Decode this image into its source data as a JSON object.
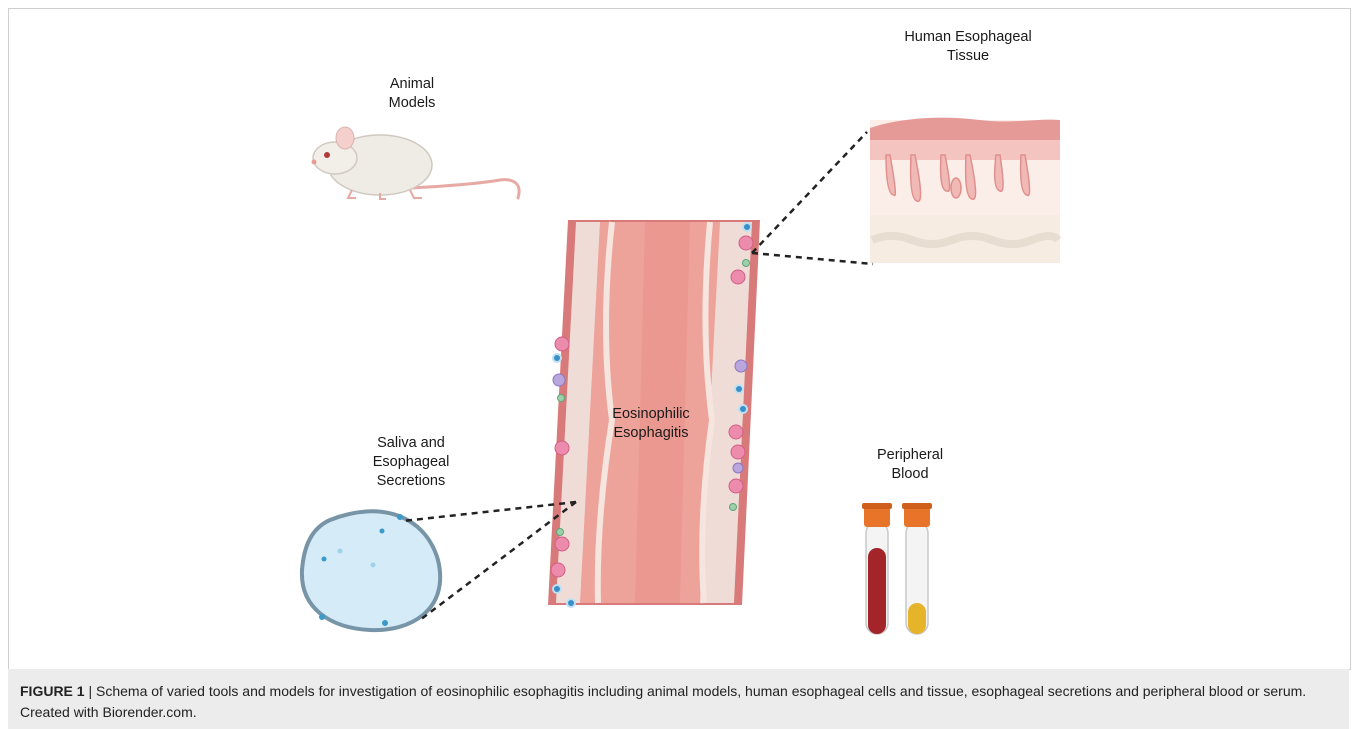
{
  "labels": {
    "animal_models": "Animal\nModels",
    "human_tissue": "Human Esophageal\nTissue",
    "eoe": "Eosinophilic\nEsophagitis",
    "saliva": "Saliva and\nEsophageal\nSecretions",
    "blood": "Peripheral\nBlood"
  },
  "caption": {
    "figure_label": "FIGURE 1",
    "separator": " | ",
    "text": "Schema of varied tools and models for investigation of eosinophilic esophagitis including animal models, human esophageal cells and tissue, esophageal secretions and peripheral blood or serum. Created with Biorender.com."
  },
  "colors": {
    "esophagus_wall": "#d97a7a",
    "esophagus_lumen": "#eea39a",
    "mucosa": "#f0dcd6",
    "tube_cap": "#e8742a",
    "blood": "#a3252a",
    "serum": "#e6b42a",
    "droplet": "#d5ebf8",
    "droplet_border": "#7895a8"
  }
}
